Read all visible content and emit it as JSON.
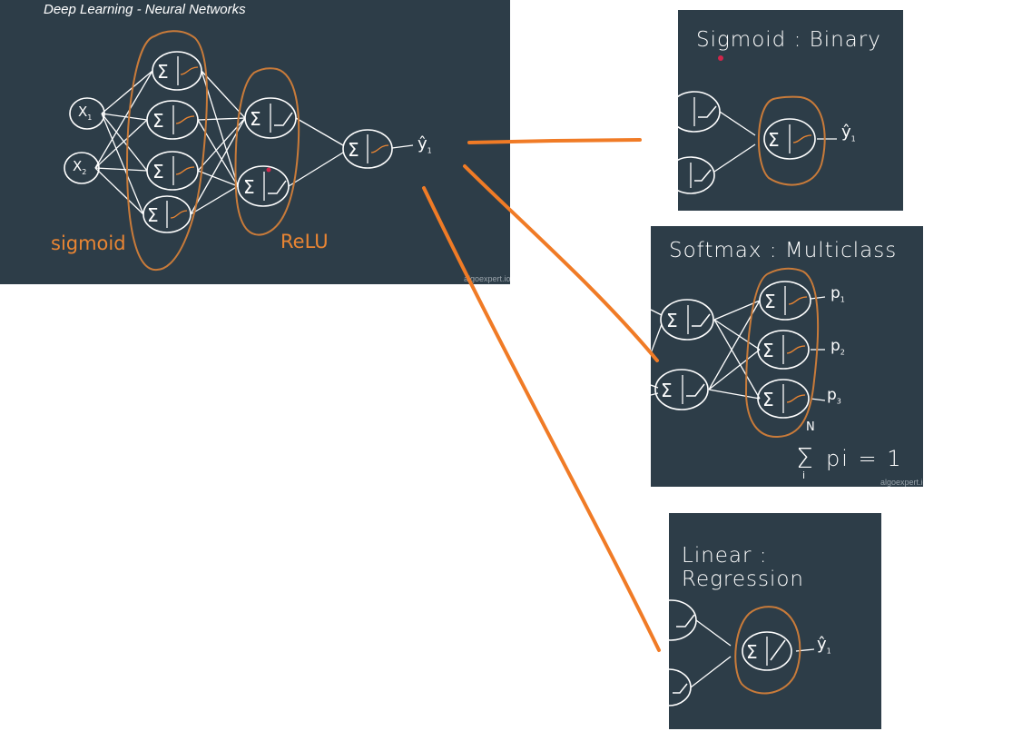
{
  "main": {
    "title": "Deep Learning - Neural Networks",
    "input_labels": [
      "X",
      "X"
    ],
    "input_subscripts": [
      "1",
      "2"
    ],
    "output_label": "ŷ",
    "output_subscript": "1",
    "sigmoid_label": "sigmoid",
    "relu_label": "ReLU",
    "watermark": "algoexpert.io"
  },
  "sigmoid_panel": {
    "title": "Sigmoid : Binary",
    "output_label": "ŷ",
    "output_subscript": "1"
  },
  "softmax_panel": {
    "title": "Softmax : Multiclass",
    "outputs": [
      "p",
      "p",
      "p"
    ],
    "output_subscripts": [
      "1",
      "2",
      "3"
    ],
    "sum_upper": "N",
    "sum_lower": "i",
    "sum_expression": "pi = 1",
    "watermark": "algoexpert.io"
  },
  "linear_panel": {
    "title": "Linear : Regression",
    "output_label": "ŷ",
    "output_subscript": "1"
  },
  "colors": {
    "board": "#2d3d48",
    "accent": "#e98533",
    "connector": "#f07b26"
  }
}
